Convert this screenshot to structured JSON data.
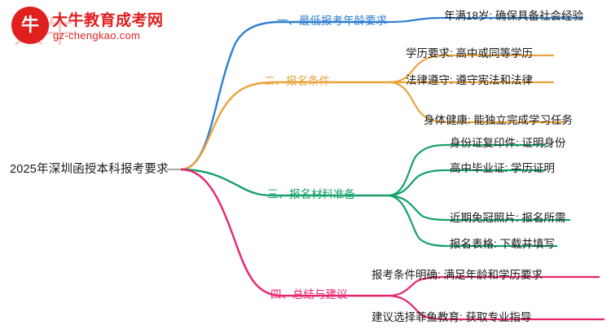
{
  "logo": {
    "mark_text": "牛",
    "watermark_text": "大牛",
    "title": "大牛教育成考网",
    "subtitle": "gz-chengkao.com",
    "brand_color": "#e01f1f"
  },
  "diagram": {
    "type": "mindmap",
    "root": "2025年深圳函授本科报考要求",
    "colors": {
      "branch1": "#2f7fd1",
      "branch2": "#e8a33d",
      "branch3": "#16a06a",
      "branch4": "#e8246e"
    },
    "branches": [
      {
        "label": "一、最低报考年龄要求",
        "color": "#2f7fd1",
        "children": [
          "年满18岁: 确保具备社会经验"
        ]
      },
      {
        "label": "二、报名条件",
        "color": "#e8a33d",
        "children": [
          "学历要求: 高中或同等学历",
          "法律遵守: 遵守宪法和法律",
          "身体健康: 能独立完成学习任务"
        ]
      },
      {
        "label": "三、报名材料准备",
        "color": "#16a06a",
        "children": [
          "身份证复印件: 证明身份",
          "高中毕业证: 学历证明",
          "近期免冠照片: 报名所需",
          "报名表格: 下载并填写"
        ]
      },
      {
        "label": "四、总结与建议",
        "color": "#e8246e",
        "children": [
          "报考条件明确: 满足年龄和学历要求",
          "建议选择菲鱼教育: 获取专业指导"
        ]
      }
    ]
  }
}
